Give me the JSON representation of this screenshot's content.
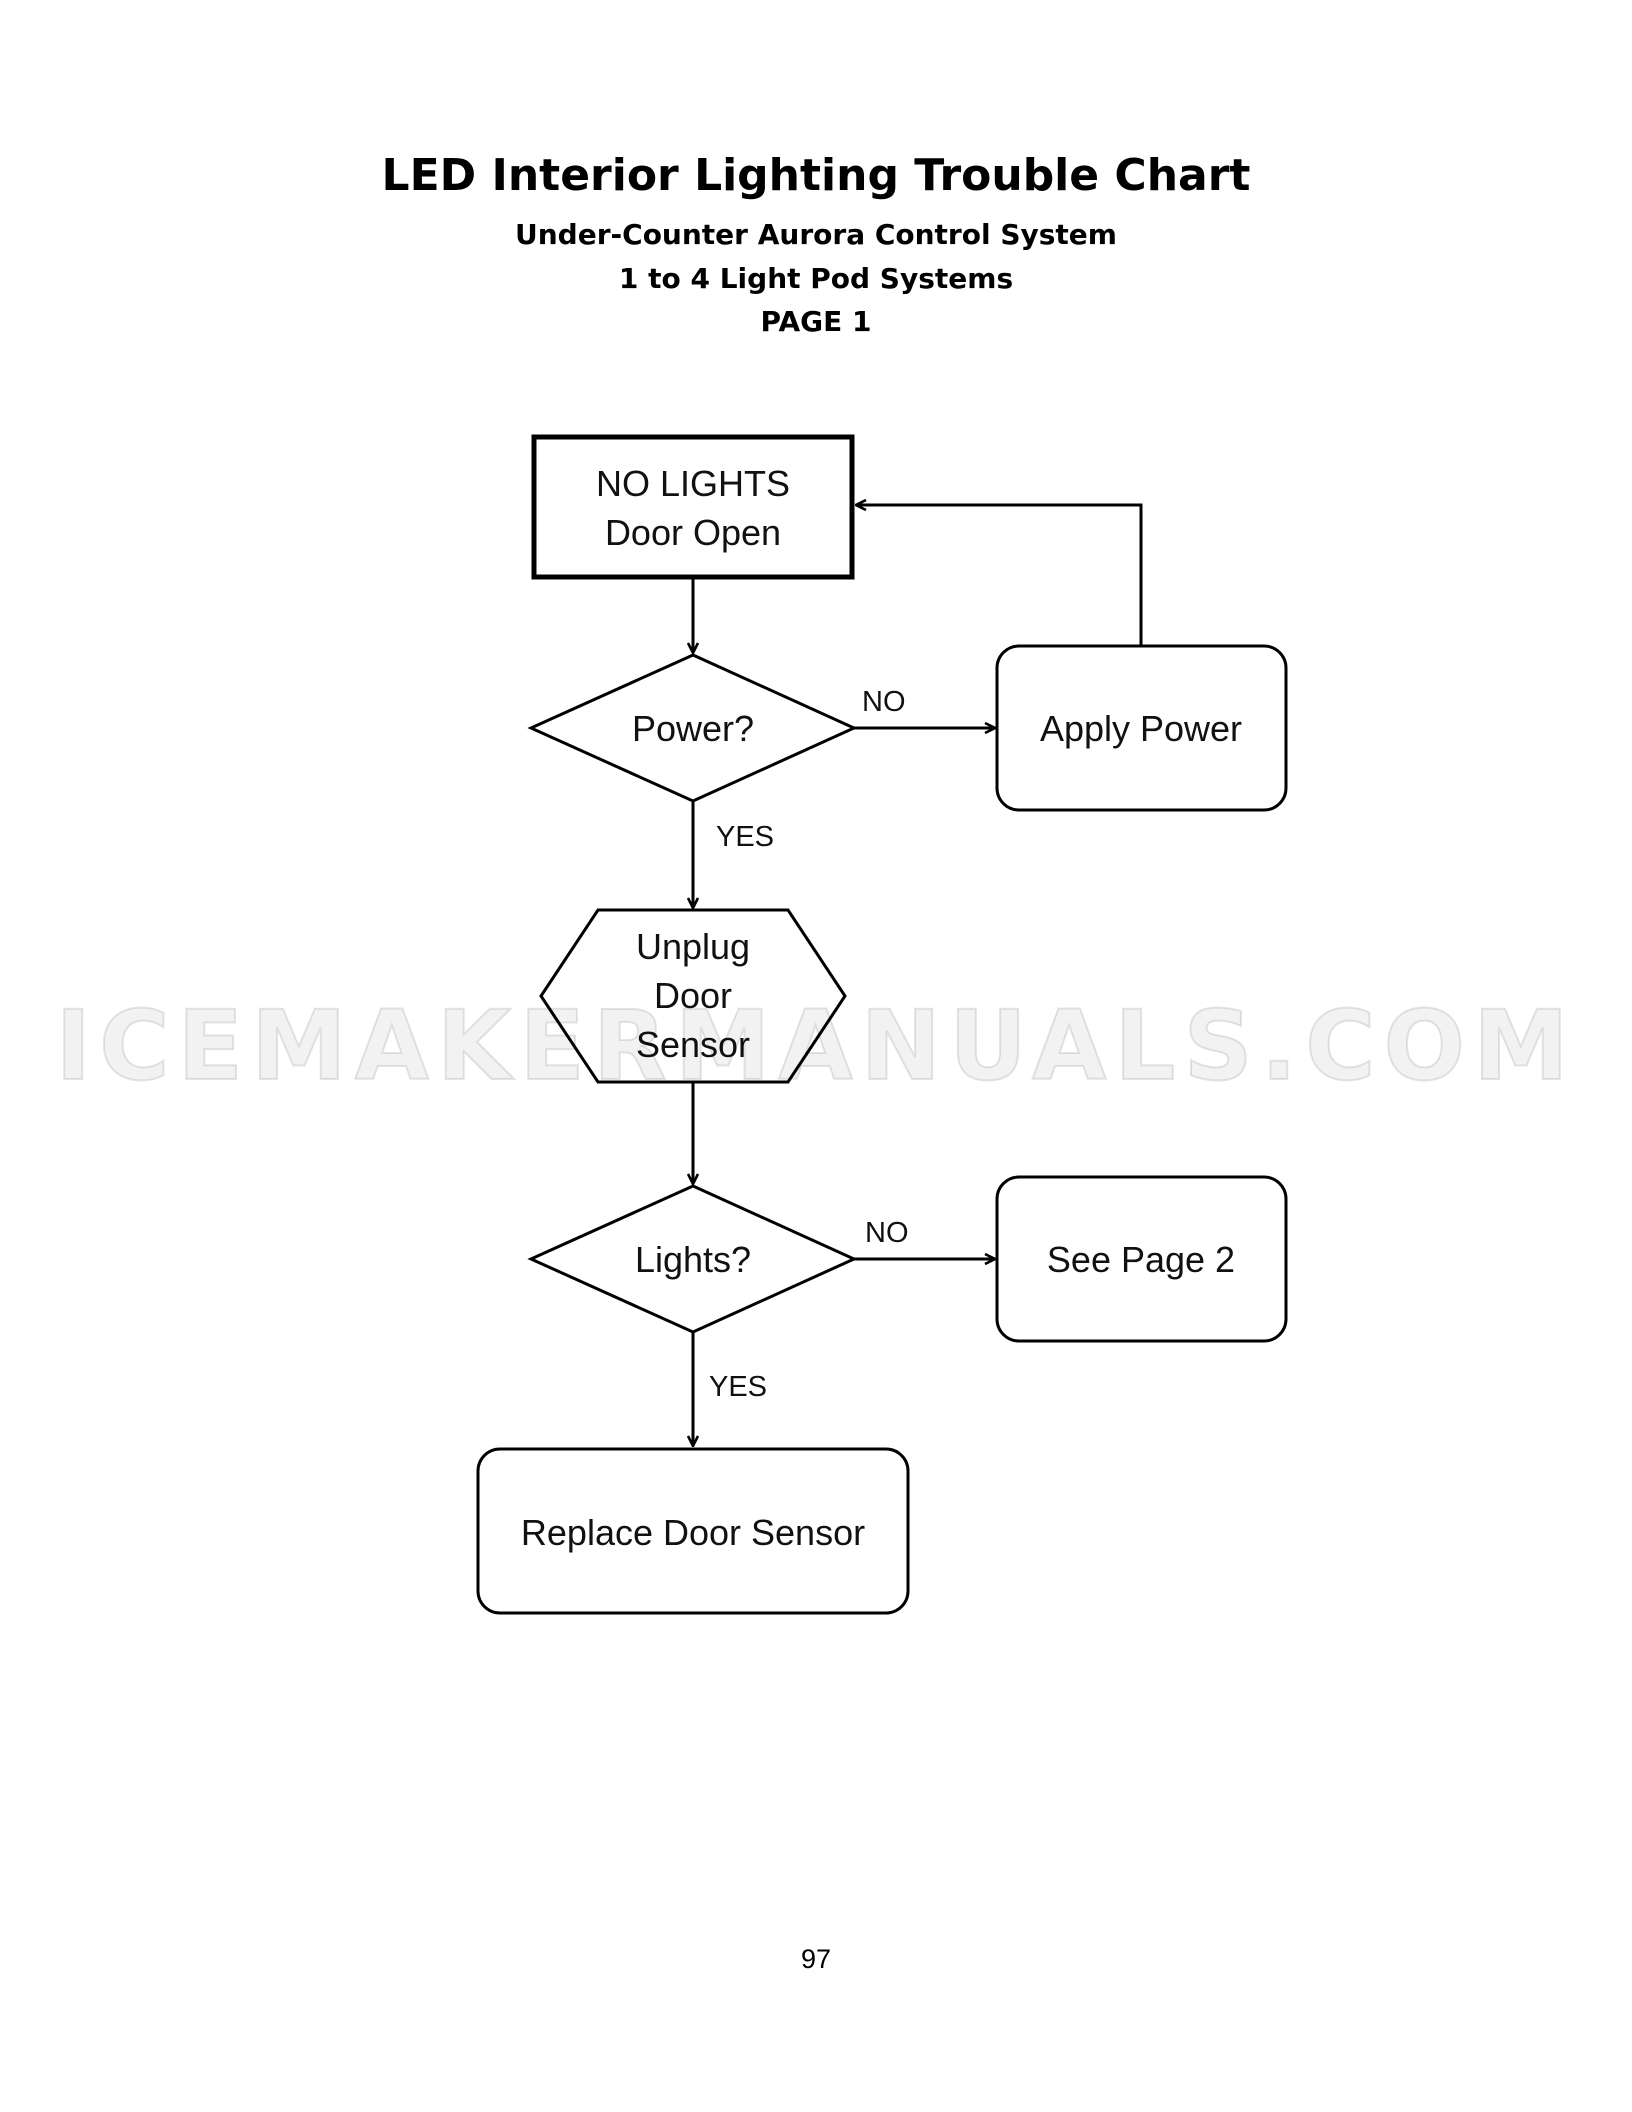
{
  "header": {
    "title": "LED Interior Lighting Trouble Chart",
    "subtitle_1": "Under-Counter Aurora Control System",
    "subtitle_2": "1 to 4 Light Pod Systems",
    "subtitle_3": "PAGE 1"
  },
  "diagram": {
    "nodes": {
      "start": {
        "line1": "NO LIGHTS",
        "line2": "Door Open"
      },
      "power_decision": {
        "label": "Power?"
      },
      "apply_power": {
        "label": "Apply Power"
      },
      "unplug": {
        "line1": "Unplug",
        "line2": "Door",
        "line3": "Sensor"
      },
      "lights_decision": {
        "label": "Lights?"
      },
      "see_page_2": {
        "label": "See Page 2"
      },
      "replace": {
        "label": "Replace Door Sensor"
      }
    },
    "edges": {
      "power_no": "NO",
      "power_yes": "YES",
      "lights_no": "NO",
      "lights_yes": "YES"
    }
  },
  "watermark": "ICEMAKERMANUALS.COM",
  "footer": {
    "page_number": "97"
  }
}
